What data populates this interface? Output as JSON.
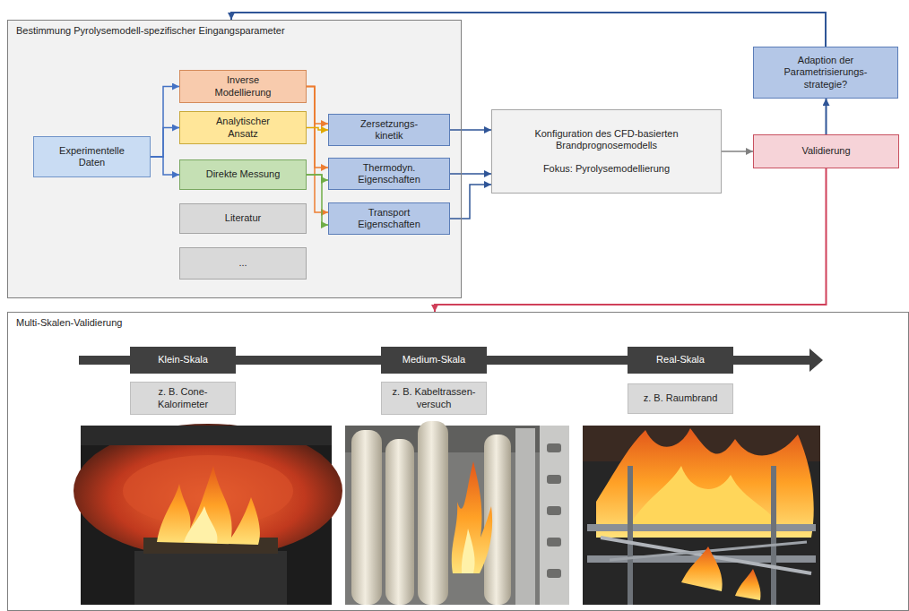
{
  "diagram": {
    "nodes": [
      {
        "text": [
          "Bestimmung Pyrolysemodell-spezifischer Eingangsparameter"
        ]
      },
      {
        "text": [
          "Experimentelle Daten"
        ],
        "in": 0
      },
      {
        "text": [
          "Inverse Modellierung"
        ],
        "in": 0
      },
      {
        "text": [
          "Analytischer Ansatz"
        ],
        "in": 0
      },
      {
        "text": [
          "Direkte Messung"
        ],
        "in": 0
      },
      {
        "text": [
          "Literatur"
        ],
        "in": 0
      },
      {
        "text": [
          "..."
        ],
        "in": 0
      },
      {
        "text": [
          "Zersetzungs- kinetik"
        ],
        "in": 0
      },
      {
        "text": [
          "Thermodyn. Eigenschaften"
        ],
        "in": 0
      },
      {
        "text": [
          "Transport Eigenschaften"
        ],
        "in": 0
      },
      {
        "text": [
          "Adaption der Parametrisierungs- strategie?"
        ]
      },
      {
        "text": [
          "Konfiguration des CFD-basierten Brandprognosemodells",
          "Fokus: Pyrolysemodellierung"
        ]
      },
      {
        "text": [
          "Validierung"
        ]
      },
      {
        "text": [
          "Multi-Skalen-Validierung"
        ]
      },
      {
        "text": [
          "Klein-Skala"
        ],
        "in": 13
      },
      {
        "text": [
          "Medium-Skala"
        ],
        "in": 13
      },
      {
        "text": [
          "Real-Skala"
        ],
        "in": 13
      },
      {
        "text": [
          "z. B. Cone- Kalorimeter"
        ],
        "in": 13
      },
      {
        "text": [
          "z. B. Kabeltrassen- versuch"
        ],
        "in": 13
      },
      {
        "text": [
          "z. B. Raumbrand"
        ],
        "in": 13
      }
    ],
    "edges": [
      {
        "from": 1,
        "to": 2,
        "arrow": "to"
      },
      {
        "from": 1,
        "to": 3,
        "arrow": "to"
      },
      {
        "from": 1,
        "to": 4,
        "arrow": "to"
      },
      {
        "from": 2,
        "to": 7,
        "arrow": "to"
      },
      {
        "from": 2,
        "to": 8,
        "arrow": "to"
      },
      {
        "from": 2,
        "to": 9,
        "arrow": "to"
      },
      {
        "from": 3,
        "to": 7,
        "arrow": "to"
      },
      {
        "from": 4,
        "to": 8,
        "arrow": "to"
      },
      {
        "from": 4,
        "to": 9,
        "arrow": "to"
      },
      {
        "from": 7,
        "to": 11,
        "arrow": "to"
      },
      {
        "from": 8,
        "to": 11,
        "arrow": "to"
      },
      {
        "from": 9,
        "to": 11,
        "arrow": "to"
      },
      {
        "from": 11,
        "to": 12,
        "arrow": "to"
      },
      {
        "from": 12,
        "to": 10,
        "arrow": "to"
      },
      {
        "from": 10,
        "to": 0,
        "arrow": "to"
      },
      {
        "from": 12,
        "to": 13,
        "arrow": "to"
      }
    ]
  }
}
